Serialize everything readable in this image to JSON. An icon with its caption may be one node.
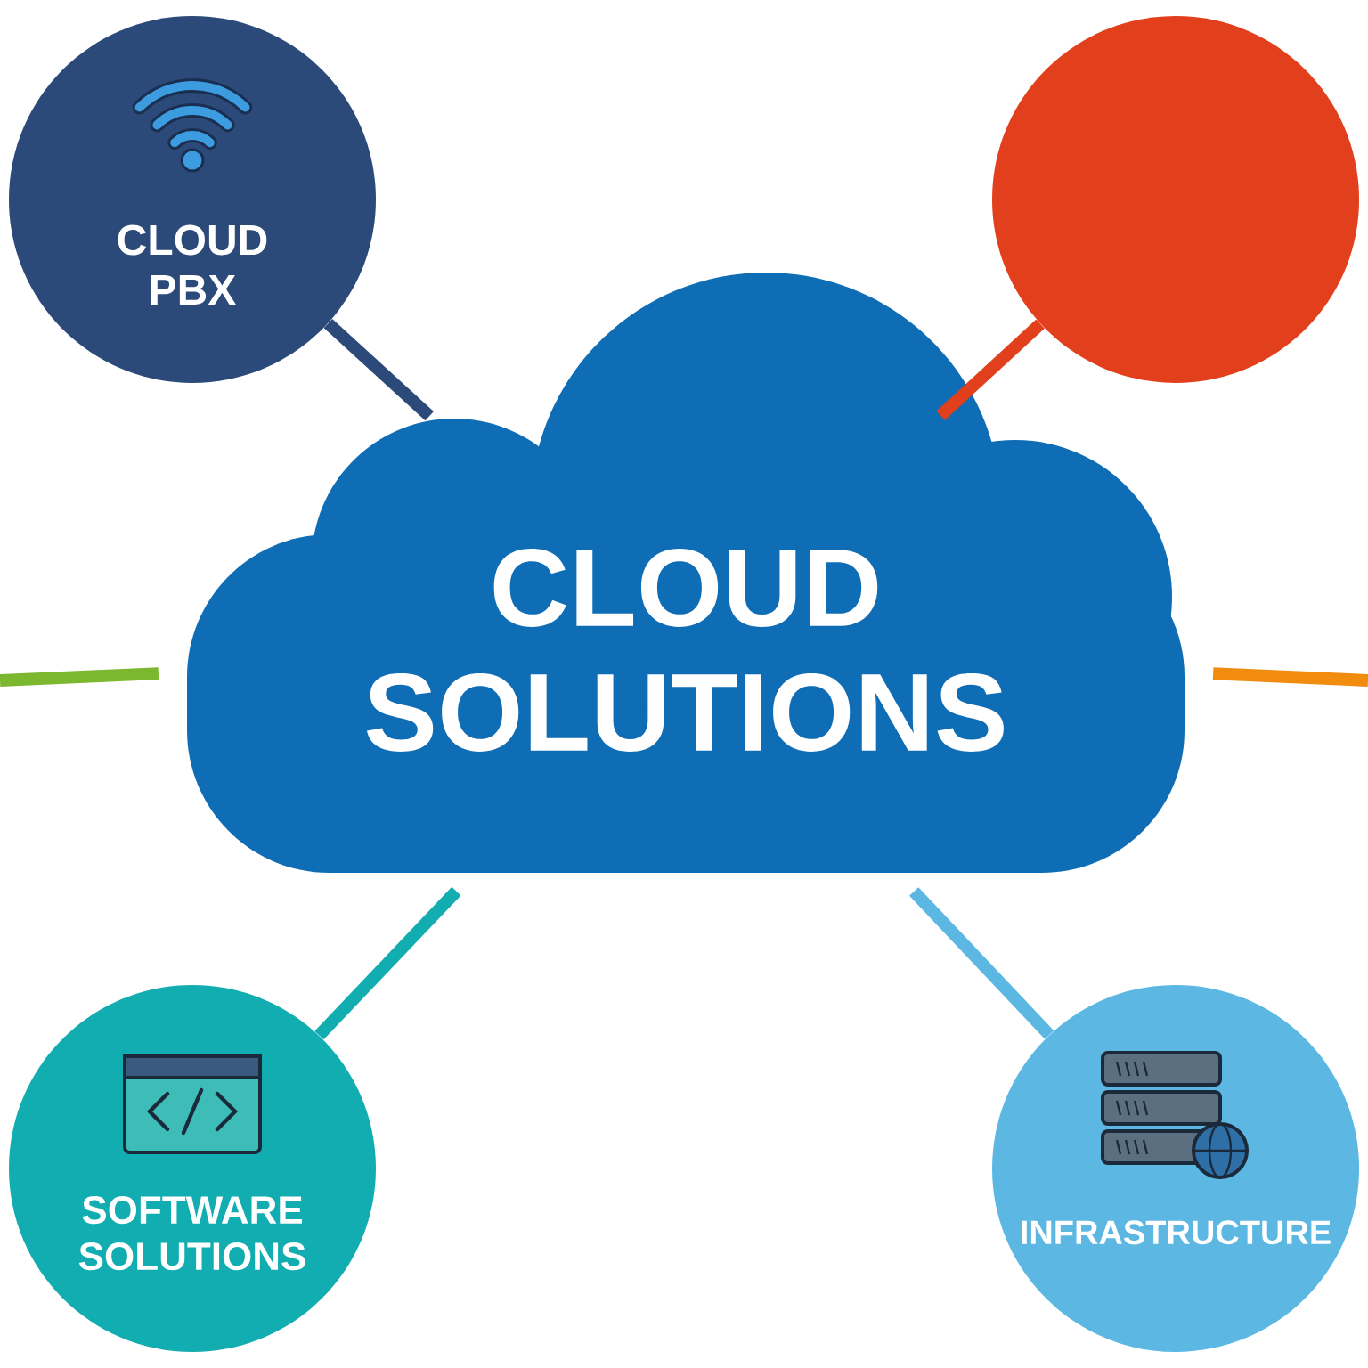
{
  "diagram": {
    "nodes": [
      {
        "text": [
          "CLOUD SOLUTIONS"
        ]
      },
      {
        "text": [
          "CLOUD PBX"
        ]
      },
      {
        "text": [],
        "shape": "circle"
      },
      {
        "text": [
          "SOFTWARE SOLUTIONS"
        ]
      },
      {
        "text": [
          "INFRASTRUCTURE"
        ]
      }
    ],
    "edges": [
      {
        "from": 1,
        "to": 0,
        "arrow": "none",
        "color": "#2b4a7a"
      },
      {
        "from": 0,
        "to": 2,
        "arrow": "none",
        "color": "#e23f1c"
      },
      {
        "from": null,
        "to": 0,
        "arrow": "none",
        "color": "#7cb82f"
      },
      {
        "from": 0,
        "to": null,
        "arrow": "none",
        "color": "#f28c0f"
      },
      {
        "from": 3,
        "to": 0,
        "arrow": "none",
        "color": "#12adb0"
      },
      {
        "from": 0,
        "to": 4,
        "arrow": "none",
        "color": "#5cb8e3"
      }
    ]
  }
}
